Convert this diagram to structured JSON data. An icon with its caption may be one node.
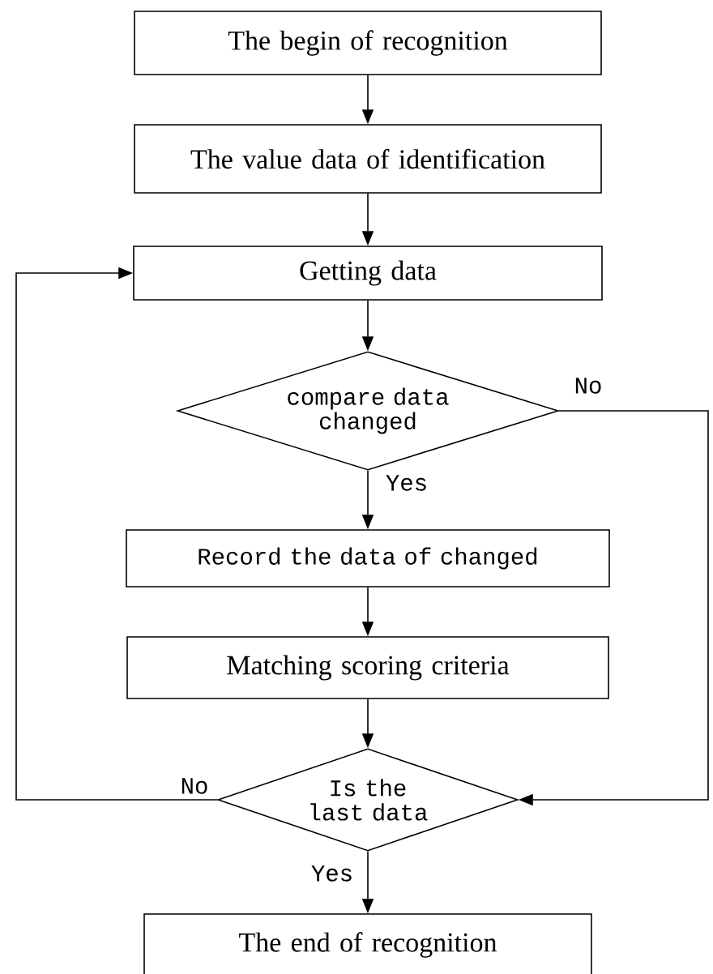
{
  "diagram": {
    "nodes": [
      {
        "text": [
          "The begin of recognition"
        ]
      },
      {
        "text": [
          "The value data of identification"
        ]
      },
      {
        "text": [
          "Getting data"
        ]
      },
      {
        "text": [
          "compare data changed"
        ]
      },
      {
        "text": [
          "Record the data of changed"
        ]
      },
      {
        "text": [
          "Matching scoring criteria"
        ]
      },
      {
        "text": [
          "Is the last data"
        ]
      },
      {
        "text": [
          "The end of recognition"
        ]
      }
    ],
    "edges": [
      {
        "from": 0,
        "to": 1,
        "arrow": "to"
      },
      {
        "from": 1,
        "to": 2,
        "arrow": "to"
      },
      {
        "from": 2,
        "to": 3,
        "arrow": "to"
      },
      {
        "from": 3,
        "to": 4,
        "arrow": "to",
        "label": "Yes"
      },
      {
        "from": 3,
        "to": 6,
        "arrow": "to",
        "label": "No"
      },
      {
        "from": 4,
        "to": 5,
        "arrow": "to"
      },
      {
        "from": 5,
        "to": 6,
        "arrow": "to"
      },
      {
        "from": 6,
        "to": 2,
        "arrow": "to",
        "label": "No"
      },
      {
        "from": 6,
        "to": 7,
        "arrow": "to",
        "label": "Yes"
      }
    ]
  }
}
